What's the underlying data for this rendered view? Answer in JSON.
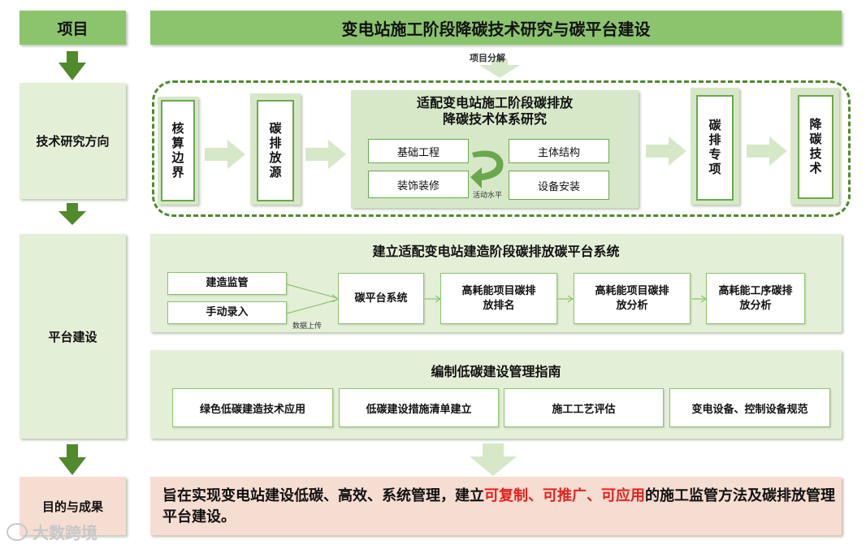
{
  "left_column": {
    "title": "项目",
    "tech_direction": "技术研究方向",
    "platform": "平台建设",
    "result": "目的与成果"
  },
  "banner": "变电站施工阶段降碳技术研究与碳平台建设",
  "decompose_label": "项目分解",
  "tech_research": {
    "boundary": "核算边界",
    "source": "碳排放源",
    "system_title_line1": "适配变电站施工阶段碳排放",
    "system_title_line2": "降碳技术体系研究",
    "activities": [
      "基础工程",
      "主体结构",
      "装饰装修",
      "设备安装"
    ],
    "activity_label": "活动水平",
    "emission_item": "碳排专项",
    "reduction_tech": "降碳技术"
  },
  "platform": {
    "title": "建立适配变电站建造阶段碳排放碳平台系统",
    "inputs": [
      "建造监管",
      "手动录入"
    ],
    "upload_label": "数据上传",
    "steps": [
      "碳平台系统",
      "高耗能项目碳排放排名",
      "高耗能项目碳排放分析",
      "高耗能工序碳排放分析"
    ]
  },
  "guide": {
    "title": "编制低碳建设管理指南",
    "items": [
      "绿色低碳建造技术应用",
      "低碳建设措施清单建立",
      "施工工艺评估",
      "变电设备、控制设备规范"
    ]
  },
  "result": {
    "text_before": "旨在实现变电站建设低碳、高效、系统管理，建立",
    "highlight": "可复制、可推广、可应用",
    "text_after": "的施工监管方法及碳排放管理平台建设。"
  },
  "watermark": "大数跨境",
  "colors": {
    "green_dark": "#6aa84f",
    "green_mid": "#8cc46e",
    "green_light": "#e4efd8",
    "arrow_green": "#4f8a2b",
    "result_bg": "#f6ddd2",
    "highlight_red": "#e4221d"
  }
}
